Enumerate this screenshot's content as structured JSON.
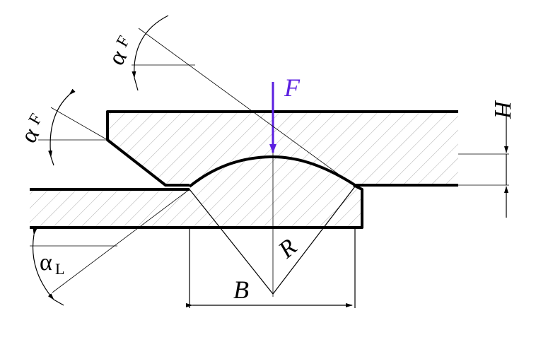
{
  "labels": {
    "force": "F",
    "height": "H",
    "radius": "R",
    "width": "B",
    "alpha": "α",
    "alpha_f_sub": "F",
    "alpha_l_sub": "L"
  },
  "colors": {
    "force_arrow": "#5b1fe0",
    "outline": "#000000",
    "hatch": "#9a9a9a"
  }
}
